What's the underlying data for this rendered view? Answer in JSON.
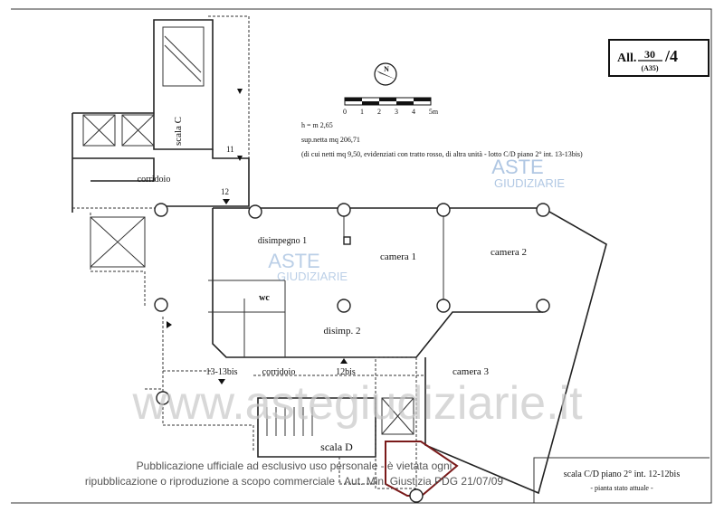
{
  "title_box": {
    "prefix": "All.",
    "number": "30",
    "suffix": "/4",
    "sub": "(A35)"
  },
  "compass": {
    "label": "N"
  },
  "scale_bar": {
    "ticks": [
      "0",
      "1",
      "2",
      "3",
      "4",
      "5m"
    ]
  },
  "notes": {
    "height": "h = m 2,65",
    "area": "sup.netta mq 206,71",
    "detail": "(di cui netti mq 9,50, evidenziati con tratto rosso, di altra unità - lotto C/D piano 2° int. 13-13bis)"
  },
  "rooms": {
    "scala_c": "scala C",
    "corridoio_top": "corridoio",
    "disimpegno1": "disimpegno 1",
    "camera1": "camera 1",
    "camera2": "camera 2",
    "wc": "wc",
    "disimp2": "disimp. 2",
    "corridoio_bottom": "corridoio",
    "camera3": "camera 3",
    "scala_d": "scala D"
  },
  "markers": {
    "m11": "11",
    "m12": "12",
    "m13": "13-13bis",
    "m12bis": "12bis"
  },
  "legend": {
    "line1": "scala C/D piano 2° int. 12-12bis",
    "line2": "- pianta stato attuale -"
  },
  "watermarks": {
    "aste": "ASTE",
    "giudiziarie": "GIUDIZIARIE",
    "site": "www.astegiudiziarie.it",
    "notice1": "Pubblicazione ufficiale ad esclusivo uso personale - è vietata ogni",
    "notice2": "ripubblicazione o riproduzione a scopo commerciale - Aut. Min. Giustizia PDG 21/07/09"
  },
  "colors": {
    "red_outline": "#7a1a1a",
    "watermark_blue": "#8fb0d8",
    "watermark_orange": "#e8a060"
  }
}
